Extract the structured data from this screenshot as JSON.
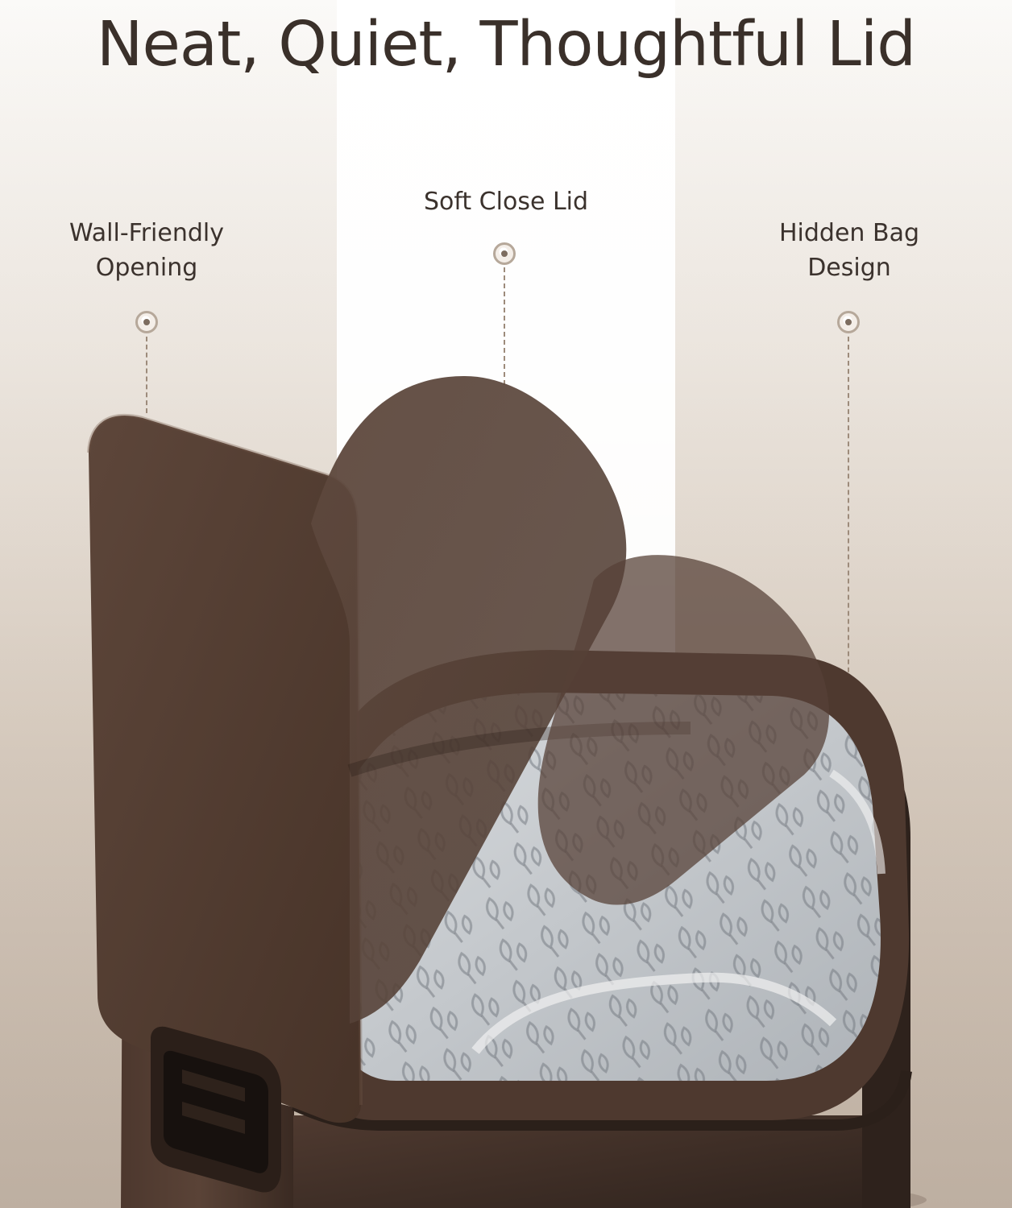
{
  "headline": "Neat, Quiet, Thoughtful Lid",
  "callouts": [
    {
      "id": "wall-friendly-opening",
      "lines": [
        "Wall-Friendly",
        "Opening"
      ]
    },
    {
      "id": "soft-close-lid",
      "lines": [
        "Soft Close Lid"
      ]
    },
    {
      "id": "hidden-bag-design",
      "lines": [
        "Hidden Bag",
        "Design"
      ]
    }
  ],
  "colors": {
    "headline": "#3a302a",
    "label": "#3b322d",
    "product": "#523c31",
    "product_shadow": "#2f241e",
    "bag": "#d4d7da",
    "accent_line": "#9d8b7b"
  },
  "icons": [
    "callout-marker-icon",
    "recycle-leaf-pattern-icon",
    "hand-grip-icon"
  ]
}
